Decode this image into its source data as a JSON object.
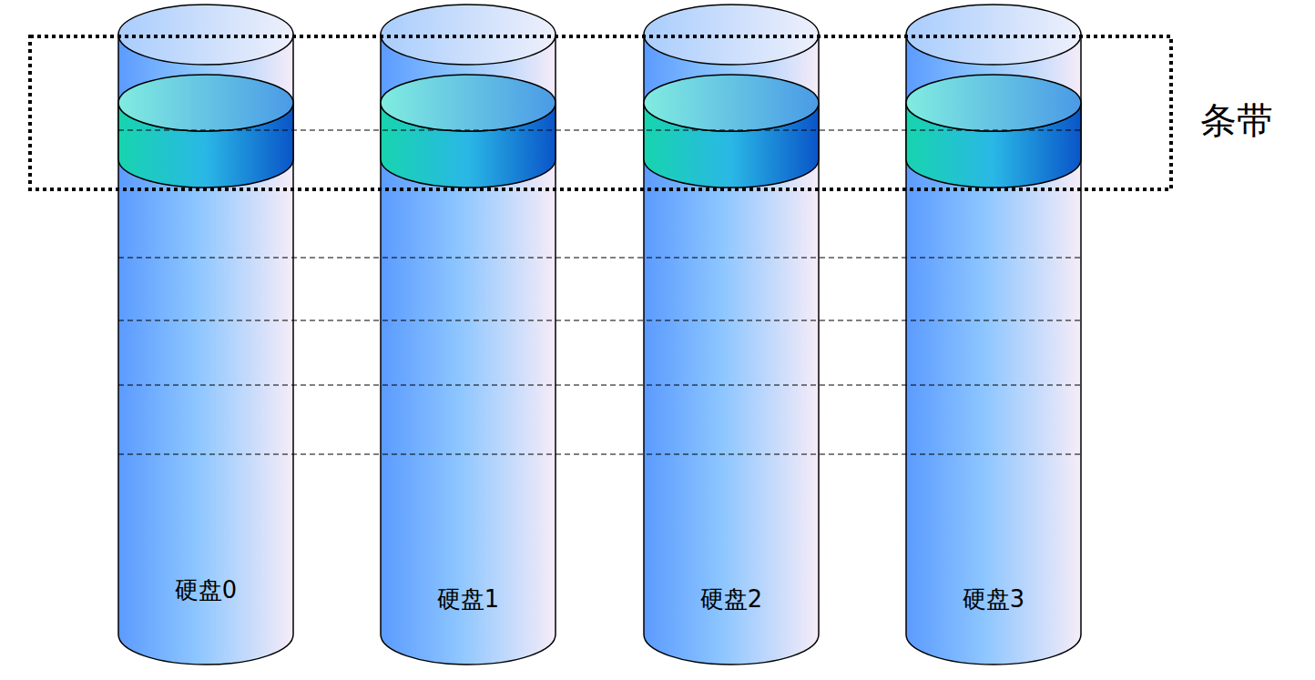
{
  "diagram": {
    "nodes": [
      {
        "text": [
          "硬盘0"
        ]
      },
      {
        "text": [
          "硬盘1"
        ]
      },
      {
        "text": [
          "硬盘2"
        ]
      },
      {
        "text": [
          "硬盘3"
        ]
      }
    ],
    "labels": [
      "条带"
    ]
  }
}
